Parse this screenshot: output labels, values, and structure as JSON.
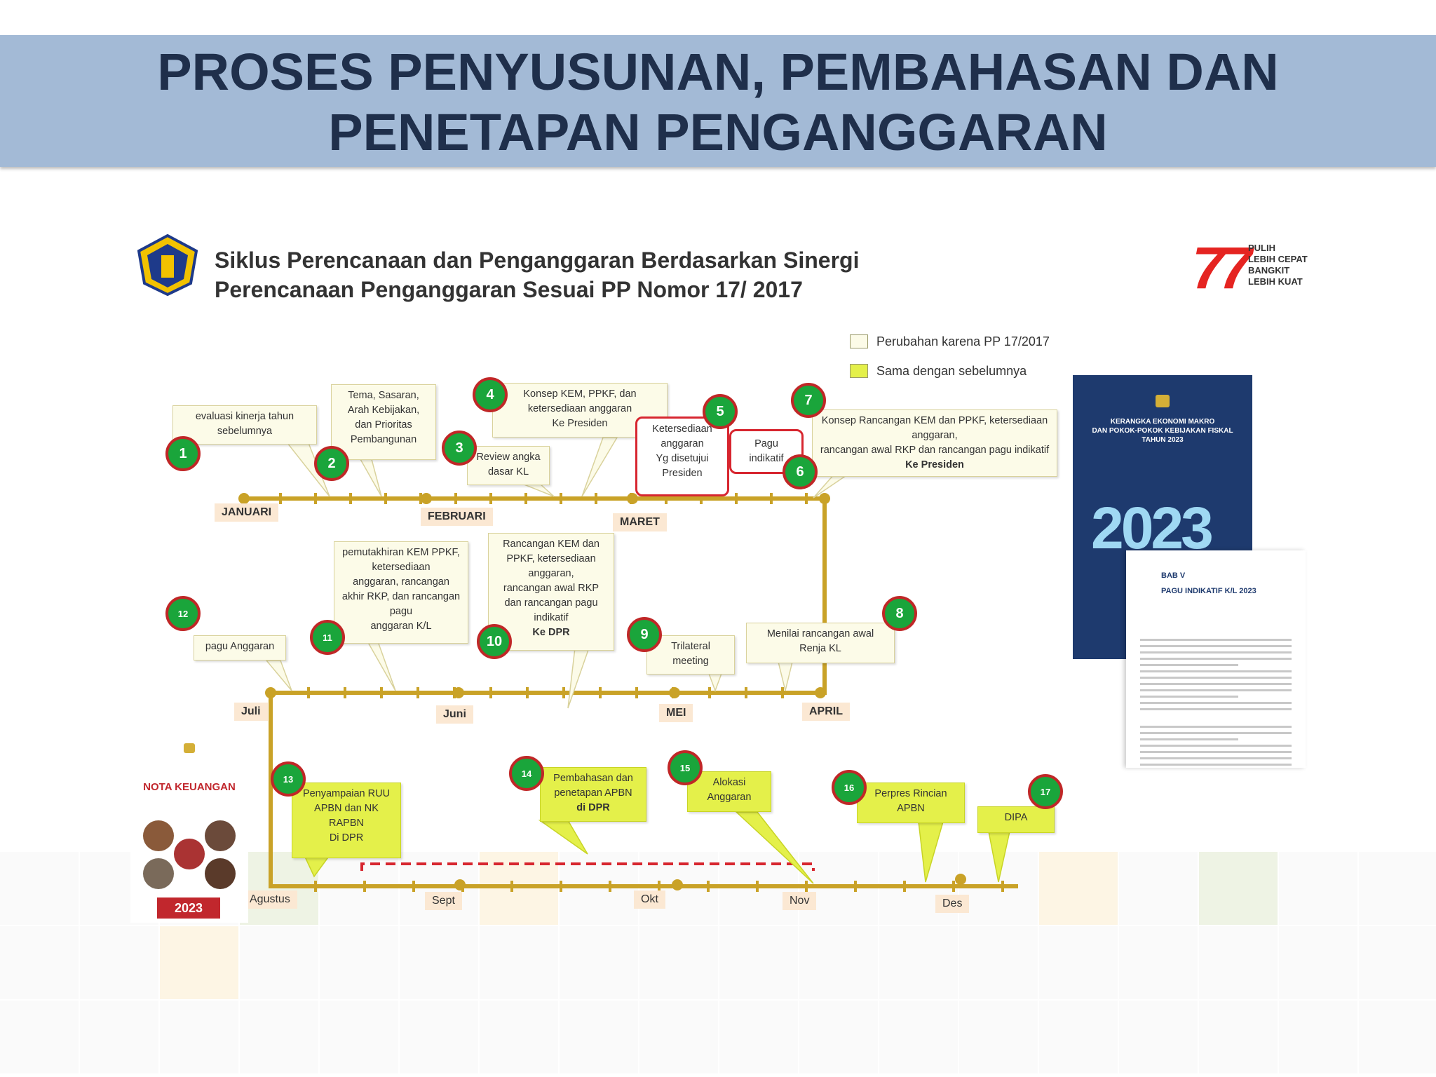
{
  "slide": {
    "title_line1": "PROSES PENYUSUNAN, PEMBAHASAN DAN",
    "title_line2": "PENETAPAN PENGANGGARAN"
  },
  "diagram": {
    "subtitle_line1": "Siklus Perencanaan dan Penganggaran Berdasarkan Sinergi",
    "subtitle_line2": "Perencanaan Penganggaran Sesuai PP Nomor 17/ 2017",
    "logo_77": {
      "number": "77",
      "tagline": [
        "PULIH",
        "LEBIH CEPAT",
        "BANGKIT",
        "LEBIH KUAT"
      ]
    },
    "legend": [
      {
        "label": "Perubahan karena PP 17/2017",
        "color": "#fcfbe8"
      },
      {
        "label": "Sama dengan sebelumnya",
        "color": "#e4f04a"
      }
    ],
    "months": {
      "jan": "JANUARI",
      "feb": "FEBRUARI",
      "mar": "MARET",
      "apr": "APRIL",
      "mei": "MEI",
      "juni": "Juni",
      "juli": "Juli",
      "agustus": "Agustus",
      "sept": "Sept",
      "okt": "Okt",
      "nov": "Nov",
      "des": "Des"
    },
    "steps": {
      "s1": {
        "num": "1",
        "lines": [
          "evaluasi kinerja tahun",
          "sebelumnya"
        ]
      },
      "s2": {
        "num": "2",
        "lines": [
          "Tema, Sasaran,",
          "Arah Kebijakan,",
          "dan Prioritas",
          "Pembangunan"
        ]
      },
      "s3": {
        "num": "3",
        "lines": [
          "Review angka",
          "dasar KL"
        ]
      },
      "s4": {
        "num": "4",
        "lines": [
          "Konsep KEM, PPKF, dan",
          "ketersediaan anggaran",
          "Ke Presiden"
        ]
      },
      "s5": {
        "num": "5",
        "lines": [
          "Ketersediaan",
          "anggaran",
          "Yg disetujui",
          "Presiden"
        ]
      },
      "s6": {
        "num": "6",
        "lines": [
          "Pagu",
          "indikatif"
        ]
      },
      "s7": {
        "num": "7",
        "lines": [
          "Konsep Rancangan KEM dan PPKF, ketersediaan",
          "anggaran,",
          "rancangan awal RKP dan rancangan pagu indikatif"
        ],
        "bold": "Ke Presiden"
      },
      "s8": {
        "num": "8",
        "lines": [
          "Menilai rancangan awal",
          "Renja KL"
        ]
      },
      "s9": {
        "num": "9",
        "lines": [
          "Trilateral",
          "meeting"
        ]
      },
      "s10": {
        "num": "10",
        "lines": [
          "Rancangan KEM dan",
          "PPKF, ketersediaan",
          "anggaran,",
          "rancangan awal RKP",
          "dan rancangan pagu",
          "indikatif"
        ],
        "bold": "Ke DPR"
      },
      "s11": {
        "num": "11",
        "lines": [
          "pemutakhiran KEM PPKF,",
          "ketersediaan",
          "anggaran, rancangan",
          "akhir RKP, dan rancangan",
          "pagu",
          "anggaran  K/L"
        ]
      },
      "s12": {
        "num": "12",
        "lines": [
          "pagu Anggaran"
        ]
      },
      "s13": {
        "num": "13",
        "lines": [
          "Penyampaian RUU",
          "APBN dan NK",
          "RAPBN",
          "Di DPR"
        ]
      },
      "s14": {
        "num": "14",
        "lines": [
          "Pembahasan dan",
          "penetapan  APBN"
        ],
        "bold": "di DPR"
      },
      "s15": {
        "num": "15",
        "lines": [
          "Alokasi",
          "Anggaran"
        ]
      },
      "s16": {
        "num": "16",
        "lines": [
          "Perpres Rincian",
          "APBN"
        ]
      },
      "s17": {
        "num": "17",
        "lines": [
          "DIPA"
        ]
      }
    },
    "cover_kem": {
      "title": [
        "KERANGKA EKONOMI MAKRO",
        "DAN POKOK-POKOK KEBIJAKAN FISKAL",
        "TAHUN 2023"
      ],
      "year": "2023"
    },
    "cover_pagu": {
      "bab": "BAB V",
      "title": "PAGU INDIKATIF K/L 2023"
    },
    "cover_nota": {
      "title": "NOTA KEUANGAN",
      "year": "2023"
    }
  }
}
